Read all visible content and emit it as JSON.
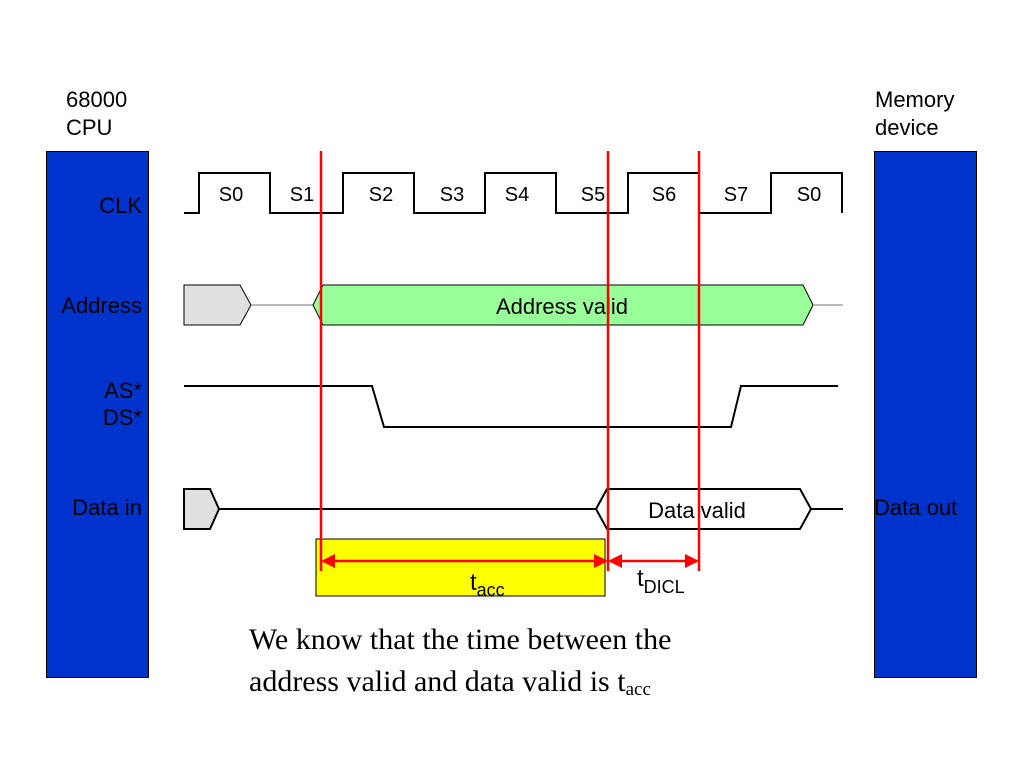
{
  "cpu": {
    "label_line1": "68000",
    "label_line2": "CPU",
    "color": "#0033cc"
  },
  "memory": {
    "label_line1": "Memory",
    "label_line2": "device",
    "color": "#0033cc"
  },
  "signals": {
    "clk": "CLK",
    "address": "Address",
    "as": "AS*",
    "ds": "DS*",
    "data_in": "Data in",
    "data_out": "Data out"
  },
  "clock_states": [
    "S0",
    "S1",
    "S2",
    "S3",
    "S4",
    "S5",
    "S6",
    "S7",
    "S0"
  ],
  "bus": {
    "address_valid": "Address valid",
    "address_valid_color": "#99ff99",
    "data_valid": "Data valid",
    "idle_color": "#e0e0e0"
  },
  "timing": {
    "t_acc": {
      "base": "t",
      "sub": "acc",
      "highlight_color": "#ffff00"
    },
    "t_dicl": {
      "base": "t",
      "sub": "DICL"
    },
    "marker_color": "#ff0000"
  },
  "caption": {
    "line1": "We know that the time between the",
    "line2_text": "address valid and data valid is t",
    "line2_sub": "acc"
  }
}
